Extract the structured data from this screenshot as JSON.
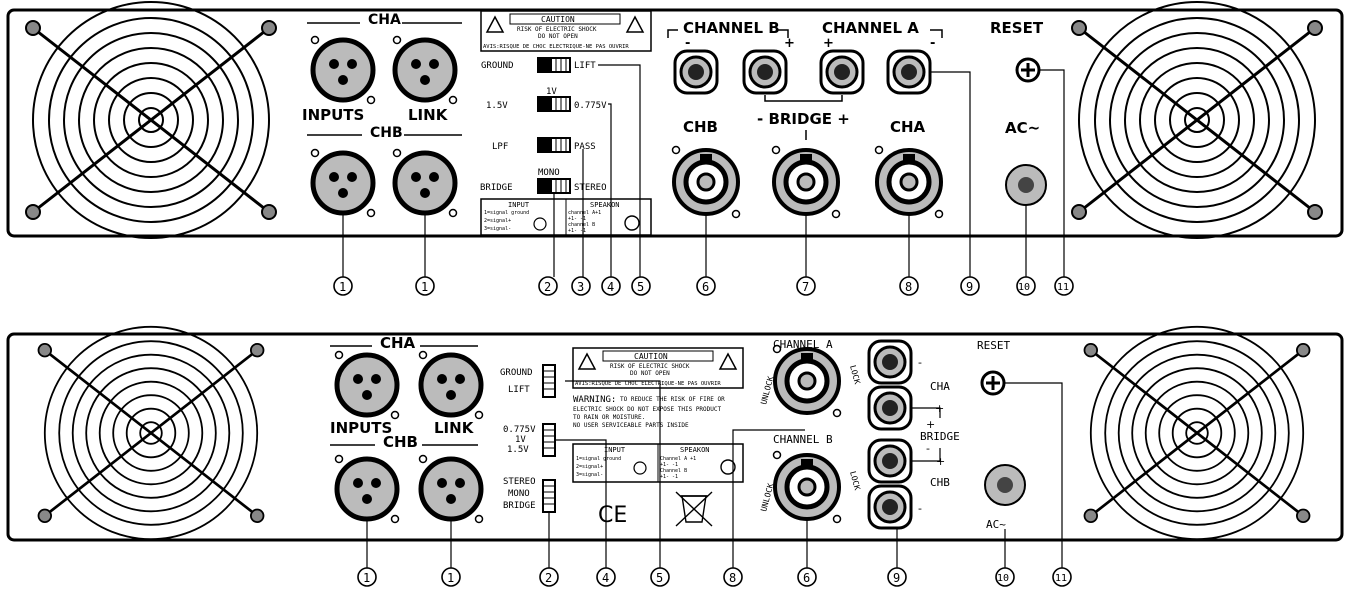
{
  "top": {
    "cha": "CHA",
    "chb": "CHB",
    "inputs": "INPUTS",
    "link": "LINK",
    "ground": "GROUND",
    "lift": "LIFT",
    "v1": "1V",
    "v15": "1.5V",
    "v0775": "0.775V",
    "lpf": "LPF",
    "pass": "PASS",
    "mono": "MONO",
    "bridge_sw": "BRIDGE",
    "stereo": "STEREO",
    "caution": "CAUTION",
    "caution_line1": "RISK OF ELECTRIC SHOCK",
    "caution_line2": "DO NOT OPEN",
    "avis": "AVIS:RISQUE DE CHOC ELECTRIQUE-NE PAS OUVRIR",
    "input_box": "INPUT",
    "input_l1": "1=signal ground",
    "input_l2": "2=signal+",
    "input_l3": "3=signal-",
    "speakon_box": "SPEAKON",
    "speakon_l1": "channel A+1",
    "speakon_l2": "+1- -1",
    "speakon_l3": "channel B",
    "speakon_l4": "+1- -1",
    "channel_b": "CHANNEL B",
    "channel_a": "CHANNEL A",
    "minus": "-",
    "plus": "+",
    "bridge_out": "- BRIDGE +",
    "chb_out": "CHB",
    "cha_out": "CHA",
    "reset": "RESET",
    "ac": "AC~",
    "callouts": [
      "1",
      "1",
      "2",
      "3",
      "4",
      "5",
      "6",
      "7",
      "8",
      "9",
      "10",
      "11"
    ]
  },
  "bottom": {
    "cha": "CHA",
    "chb": "CHB",
    "inputs": "INPUTS",
    "link": "LINK",
    "ground": "GROUND",
    "lift": "LIFT",
    "v0775": "0.775V",
    "v1": "1V",
    "v15": "1.5V",
    "stereo": "STEREO",
    "mono": "MONO",
    "bridge_sw": "BRIDGE",
    "caution": "CAUTION",
    "caution_line1": "RISK OF ELECTRIC SHOCK",
    "caution_line2": "DO NOT OPEN",
    "avis": "AVIS:RISQUE DE CHOC ELECTRIQUE-NE PAS OUVRIR",
    "warning_title": "WARNING:",
    "warning_l1": "TO REDUCE THE RISK OF FIRE OR",
    "warning_l2": "ELECTRIC SHOCK DO NOT EXPOSE THIS PRODUCT",
    "warning_l3": "TO RAIN OR MOISTURE.",
    "warning_l4": "NO USER SERVICEABLE PARTS INSIDE",
    "input_box": "INPUT",
    "input_l1": "1=signal ground",
    "input_l2": "2=signal+",
    "input_l3": "3=signal-",
    "speakon_box": "SPEAKON",
    "speakon_l1": "Channel A +1",
    "speakon_l2": "+1- -1",
    "speakon_l3": "Channel B",
    "speakon_l4": "+1- -1",
    "ce": "CE",
    "channel_a": "CHANNEL A",
    "channel_b": "CHANNEL B",
    "unlock": "UNLOCK",
    "lock": "LOCK",
    "cha_out": "CHA",
    "chb_out": "CHB",
    "bridge_out": "BRIDGE",
    "minus": "-",
    "plus": "+",
    "reset": "RESET",
    "ac": "AC~",
    "callouts": [
      "1",
      "1",
      "2",
      "4",
      "5",
      "8",
      "6",
      "9",
      "10",
      "11"
    ]
  }
}
